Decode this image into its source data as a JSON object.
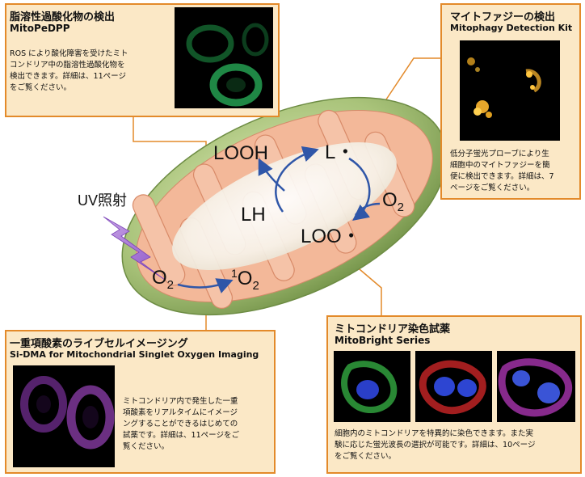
{
  "boxes": {
    "lipid": {
      "title": "脂溶性過酸化物の検出",
      "subtitle": "MitoPeDPP",
      "lines": [
        "ROS により酸化障害を受けたミト",
        "コンドリア中の脂溶性過酸化物を",
        "検出できます。詳細は、11ページ",
        "をご覧ください。"
      ]
    },
    "mitophagy": {
      "title": "マイトファジーの検出",
      "subtitle": "Mitophagy Detection Kit",
      "lines": [
        "低分子蛍光プローブにより生",
        "細胞中のマイトファジーを簡",
        "便に検出できます。詳細は、7",
        "ページをご覧ください。"
      ]
    },
    "singlet": {
      "title": "一重項酸素のライブセルイメージング",
      "subtitle": "Si-DMA for Mitochondrial Singlet Oxygen Imaging",
      "lines": [
        "ミトコンドリア内で発生した一重",
        "項酸素をリアルタイムにイメージ",
        "ングすることができるはじめての",
        "試薬です。詳細は、11ページをご",
        "覧ください。"
      ]
    },
    "mitobright": {
      "title": "ミトコンドリア染色試薬",
      "subtitle": "MitoBright Series",
      "lines": [
        "細胞内のミトコンドリアを特異的に染色できます。また実",
        "験に応じた蛍光波長の選択が可能です。詳細は、10ページ",
        "をご覧ください。"
      ]
    }
  },
  "reaction": {
    "looh": "LOOH",
    "l_radical": "L・",
    "lh": "LH",
    "o2_main": "O",
    "o2_main_sub": "2",
    "loo_radical": "LOO・",
    "o2_left": "O",
    "o2_left_sub": "2",
    "singlet_sup": "1",
    "singlet_o": "O",
    "singlet_sub": "2"
  },
  "uv_label": "UV照射",
  "colors": {
    "box_fill": "#fbe8c6",
    "box_border": "#e38a2a",
    "arrow": "#2f56a8",
    "membrane_green": "#a9c37a",
    "cristae": "#f0b091"
  }
}
